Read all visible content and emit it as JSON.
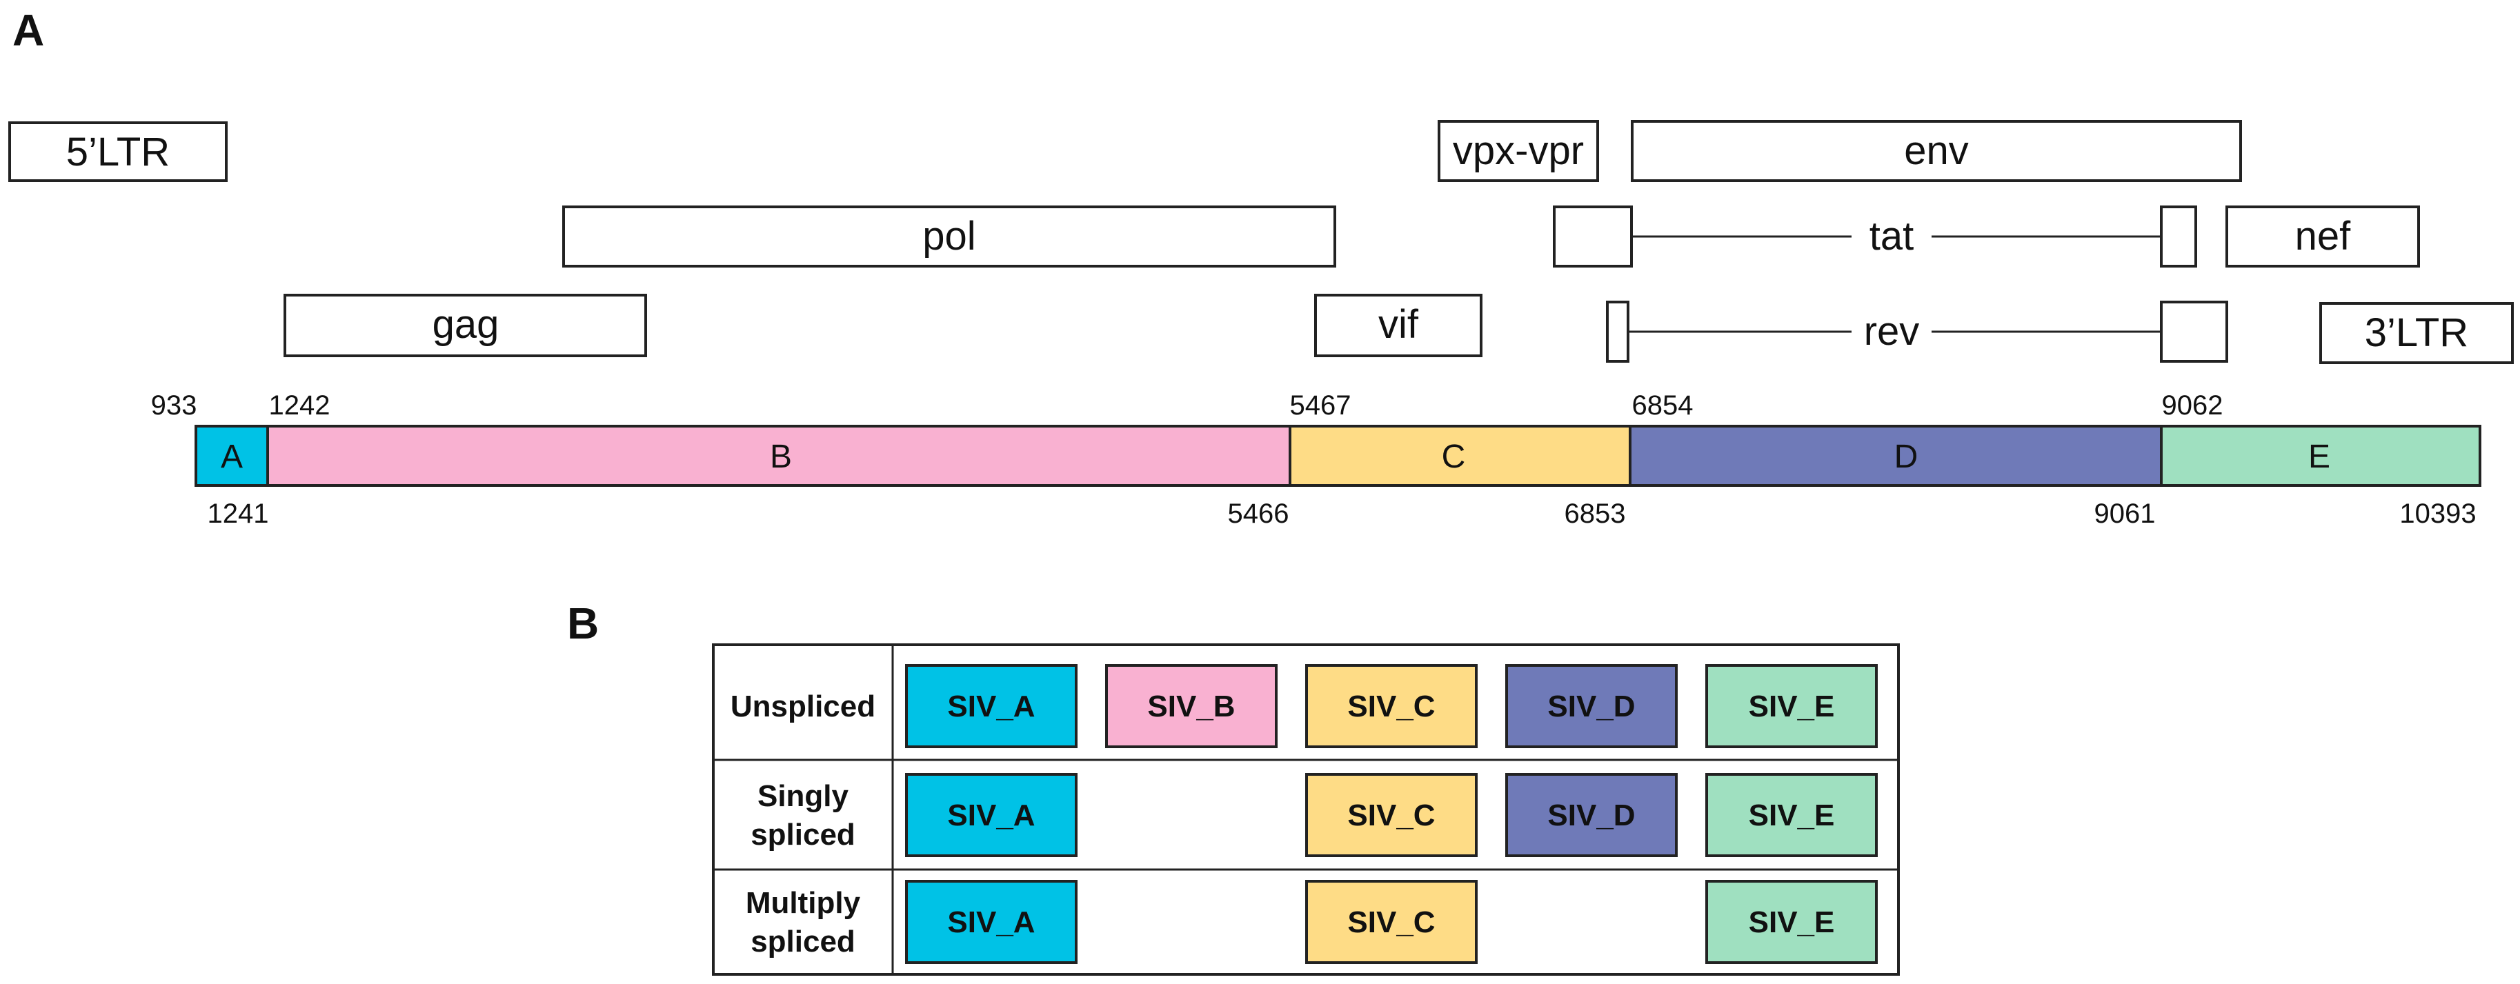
{
  "panel_a": {
    "label": "A",
    "genes": {
      "ltr5": "5’LTR",
      "pol": "pol",
      "gag": "gag",
      "vpx_vpr": "vpx-vpr",
      "env": "env",
      "tat": "tat",
      "nef": "nef",
      "vif": "vif",
      "rev": "rev",
      "ltr3": "3’LTR"
    },
    "segments": [
      {
        "id": "A",
        "label": "A",
        "start": "933",
        "end": "1241",
        "color": "#00c2e6"
      },
      {
        "id": "B",
        "label": "B",
        "start": "1242",
        "end": "5466",
        "color": "#f9b1d1"
      },
      {
        "id": "C",
        "label": "C",
        "start": "5467",
        "end": "6853",
        "color": "#fedc86"
      },
      {
        "id": "D",
        "label": "D",
        "start": "6854",
        "end": "9061",
        "color": "#6f7ab8"
      },
      {
        "id": "E",
        "label": "E",
        "start": "9062",
        "end": "10393",
        "color": "#9fe0c0"
      }
    ]
  },
  "panel_b": {
    "label": "B",
    "rows": [
      {
        "label_lines": [
          "Unspliced"
        ],
        "cells": [
          "SIV_A",
          "SIV_B",
          "SIV_C",
          "SIV_D",
          "SIV_E"
        ]
      },
      {
        "label_lines": [
          "Singly",
          "spliced"
        ],
        "cells": [
          "SIV_A",
          "",
          "SIV_C",
          "SIV_D",
          "SIV_E"
        ]
      },
      {
        "label_lines": [
          "Multiply",
          "spliced"
        ],
        "cells": [
          "SIV_A",
          "",
          "SIV_C",
          "",
          "SIV_E"
        ]
      }
    ],
    "cell_colors": [
      "#00c2e6",
      "#f9b1d1",
      "#fedc86",
      "#6f7ab8",
      "#9fe0c0"
    ]
  }
}
